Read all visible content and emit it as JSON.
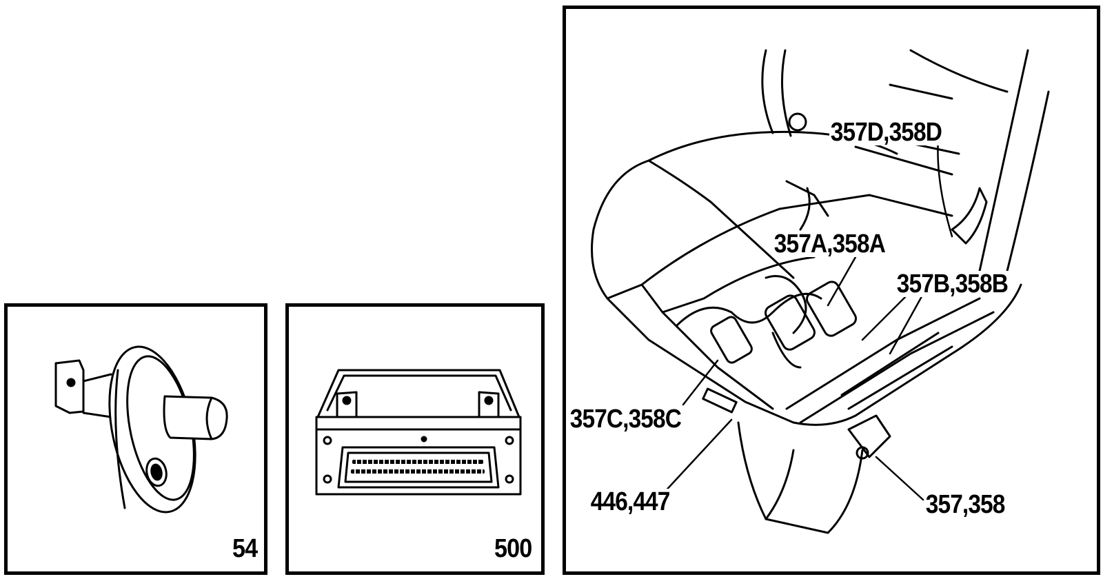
{
  "panels": {
    "switch": {
      "ref": "54",
      "part_icon": "door-contact-switch-icon"
    },
    "module": {
      "ref": "500",
      "part_icon": "control-module-icon"
    },
    "seat": {
      "part_icon": "seat-underside-wiring-icon",
      "callouts": {
        "d": "357D,358D",
        "a": "357A,358A",
        "b": "357B,358B",
        "c": "357C,358C",
        "connector": "446,447",
        "main": "357,358"
      }
    }
  },
  "colors": {
    "line": "#000000",
    "background": "#ffffff"
  }
}
